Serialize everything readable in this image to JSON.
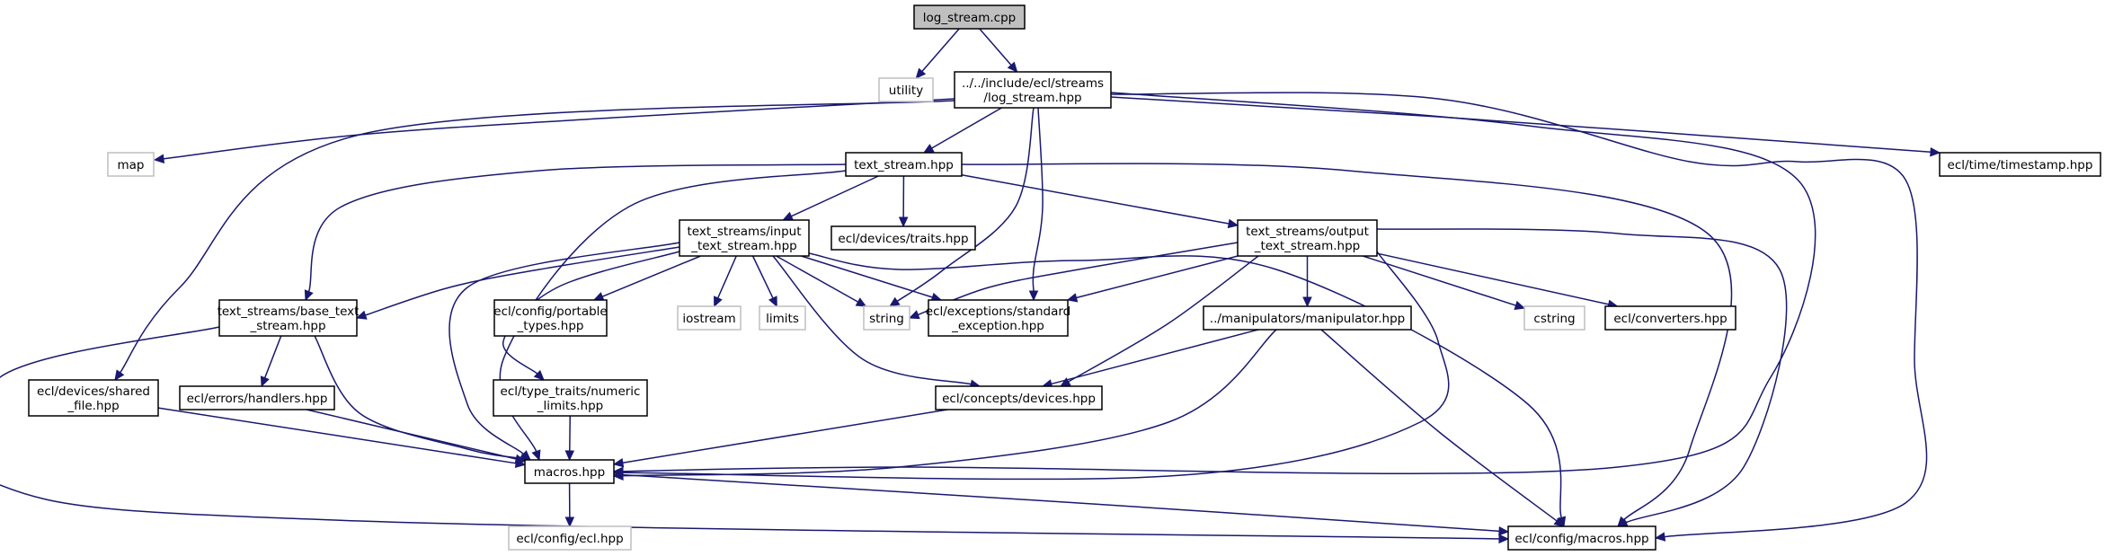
{
  "graph": {
    "title": "Include dependency graph for log_stream.cpp",
    "colors": {
      "edge": "#191970",
      "root_fill": "#bfbfbf",
      "external_border": "#bfbfbf",
      "node_border": "#000000"
    },
    "nodes": [
      {
        "id": "log_stream_cpp",
        "lines": [
          "log_stream.cpp"
        ],
        "kind": "root"
      },
      {
        "id": "utility",
        "lines": [
          "utility"
        ],
        "kind": "external"
      },
      {
        "id": "log_stream_hpp",
        "lines": [
          "../../include/ecl/streams",
          "/log_stream.hpp"
        ],
        "kind": "file"
      },
      {
        "id": "map",
        "lines": [
          "map"
        ],
        "kind": "external"
      },
      {
        "id": "text_stream_hpp",
        "lines": [
          "text_stream.hpp"
        ],
        "kind": "file"
      },
      {
        "id": "timestamp_hpp",
        "lines": [
          "ecl/time/timestamp.hpp"
        ],
        "kind": "file"
      },
      {
        "id": "input_text_stream_hpp",
        "lines": [
          "text_streams/input",
          "_text_stream.hpp"
        ],
        "kind": "file"
      },
      {
        "id": "traits_hpp",
        "lines": [
          "ecl/devices/traits.hpp"
        ],
        "kind": "file"
      },
      {
        "id": "output_text_stream_hpp",
        "lines": [
          "text_streams/output",
          "_text_stream.hpp"
        ],
        "kind": "file"
      },
      {
        "id": "base_text_stream_hpp",
        "lines": [
          "text_streams/base_text",
          "_stream.hpp"
        ],
        "kind": "file"
      },
      {
        "id": "portable_types_hpp",
        "lines": [
          "ecl/config/portable",
          "_types.hpp"
        ],
        "kind": "file"
      },
      {
        "id": "iostream",
        "lines": [
          "iostream"
        ],
        "kind": "external"
      },
      {
        "id": "limits",
        "lines": [
          "limits"
        ],
        "kind": "external"
      },
      {
        "id": "string",
        "lines": [
          "string"
        ],
        "kind": "external"
      },
      {
        "id": "standard_exception_hpp",
        "lines": [
          "ecl/exceptions/standard",
          "_exception.hpp"
        ],
        "kind": "file"
      },
      {
        "id": "manipulator_hpp",
        "lines": [
          "../manipulators/manipulator.hpp"
        ],
        "kind": "file"
      },
      {
        "id": "cstring",
        "lines": [
          "cstring"
        ],
        "kind": "external"
      },
      {
        "id": "converters_hpp",
        "lines": [
          "ecl/converters.hpp"
        ],
        "kind": "file"
      },
      {
        "id": "shared_file_hpp",
        "lines": [
          "ecl/devices/shared",
          "_file.hpp"
        ],
        "kind": "file"
      },
      {
        "id": "handlers_hpp",
        "lines": [
          "ecl/errors/handlers.hpp"
        ],
        "kind": "file"
      },
      {
        "id": "numeric_limits_hpp",
        "lines": [
          "ecl/type_traits/numeric",
          "_limits.hpp"
        ],
        "kind": "file"
      },
      {
        "id": "concepts_devices_hpp",
        "lines": [
          "ecl/concepts/devices.hpp"
        ],
        "kind": "file"
      },
      {
        "id": "macros_hpp",
        "lines": [
          "macros.hpp"
        ],
        "kind": "file"
      },
      {
        "id": "ecl_hpp",
        "lines": [
          "ecl/config/ecl.hpp"
        ],
        "kind": "external"
      },
      {
        "id": "config_macros_hpp",
        "lines": [
          "ecl/config/macros.hpp"
        ],
        "kind": "file"
      }
    ],
    "edges": [
      [
        "log_stream_cpp",
        "utility"
      ],
      [
        "log_stream_cpp",
        "log_stream_hpp"
      ],
      [
        "log_stream_hpp",
        "map"
      ],
      [
        "log_stream_hpp",
        "text_stream_hpp"
      ],
      [
        "log_stream_hpp",
        "timestamp_hpp"
      ],
      [
        "log_stream_hpp",
        "shared_file_hpp"
      ],
      [
        "log_stream_hpp",
        "string"
      ],
      [
        "log_stream_hpp",
        "standard_exception_hpp"
      ],
      [
        "log_stream_hpp",
        "macros_hpp"
      ],
      [
        "log_stream_hpp",
        "config_macros_hpp"
      ],
      [
        "text_stream_hpp",
        "input_text_stream_hpp"
      ],
      [
        "text_stream_hpp",
        "traits_hpp"
      ],
      [
        "text_stream_hpp",
        "output_text_stream_hpp"
      ],
      [
        "text_stream_hpp",
        "base_text_stream_hpp"
      ],
      [
        "text_stream_hpp",
        "macros_hpp"
      ],
      [
        "text_stream_hpp",
        "config_macros_hpp"
      ],
      [
        "input_text_stream_hpp",
        "base_text_stream_hpp"
      ],
      [
        "input_text_stream_hpp",
        "portable_types_hpp"
      ],
      [
        "input_text_stream_hpp",
        "iostream"
      ],
      [
        "input_text_stream_hpp",
        "limits"
      ],
      [
        "input_text_stream_hpp",
        "string"
      ],
      [
        "input_text_stream_hpp",
        "standard_exception_hpp"
      ],
      [
        "input_text_stream_hpp",
        "concepts_devices_hpp"
      ],
      [
        "input_text_stream_hpp",
        "numeric_limits_hpp"
      ],
      [
        "input_text_stream_hpp",
        "macros_hpp"
      ],
      [
        "input_text_stream_hpp",
        "config_macros_hpp"
      ],
      [
        "output_text_stream_hpp",
        "string"
      ],
      [
        "output_text_stream_hpp",
        "standard_exception_hpp"
      ],
      [
        "output_text_stream_hpp",
        "manipulator_hpp"
      ],
      [
        "output_text_stream_hpp",
        "cstring"
      ],
      [
        "output_text_stream_hpp",
        "converters_hpp"
      ],
      [
        "output_text_stream_hpp",
        "concepts_devices_hpp"
      ],
      [
        "output_text_stream_hpp",
        "macros_hpp"
      ],
      [
        "output_text_stream_hpp",
        "config_macros_hpp"
      ],
      [
        "base_text_stream_hpp",
        "handlers_hpp"
      ],
      [
        "base_text_stream_hpp",
        "macros_hpp"
      ],
      [
        "base_text_stream_hpp",
        "config_macros_hpp"
      ],
      [
        "manipulator_hpp",
        "concepts_devices_hpp"
      ],
      [
        "manipulator_hpp",
        "macros_hpp"
      ],
      [
        "manipulator_hpp",
        "config_macros_hpp"
      ],
      [
        "shared_file_hpp",
        "macros_hpp"
      ],
      [
        "handlers_hpp",
        "macros_hpp"
      ],
      [
        "numeric_limits_hpp",
        "macros_hpp"
      ],
      [
        "concepts_devices_hpp",
        "macros_hpp"
      ],
      [
        "macros_hpp",
        "ecl_hpp"
      ],
      [
        "macros_hpp",
        "config_macros_hpp"
      ]
    ]
  }
}
